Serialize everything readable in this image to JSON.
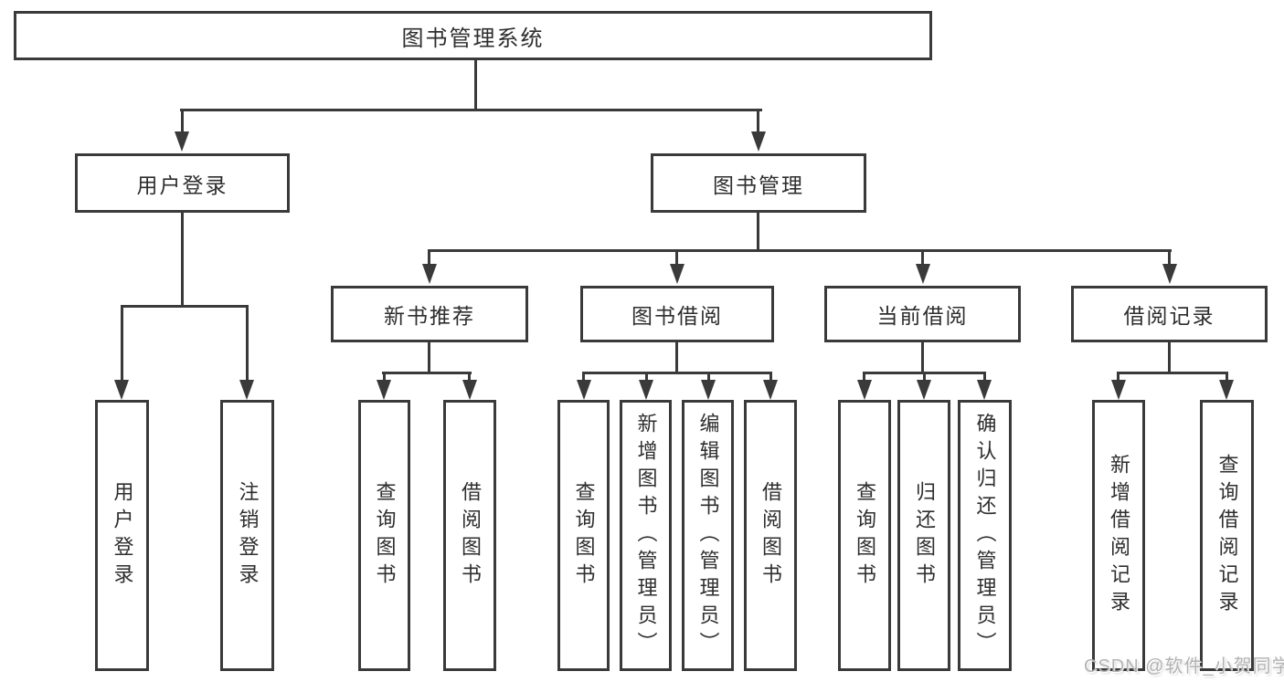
{
  "nodes": {
    "root": "图书管理系统",
    "userLogin": "用户登录",
    "bookMgmt": "图书管理",
    "newBooks": "新书推荐",
    "bookBorrow": "图书借阅",
    "currentBorrow": "当前借阅",
    "borrowRecords": "借阅记录"
  },
  "leaves": {
    "userLogin": "用户登录",
    "logout": "注销登录",
    "nbQuery": "查询图书",
    "nbBorrow": "借阅图书",
    "bbQuery": "查询图书",
    "bbAdd": "新增图书（管理员）",
    "bbEdit": "编辑图书（管理员）",
    "bbBorrow": "借阅图书",
    "cbQuery": "查询图书",
    "cbReturn": "归还图书",
    "cbConfirm": "确认归还（管理员）",
    "brAdd": "新增借阅记录",
    "brQuery": "查询借阅记录"
  },
  "structure": {
    "图书管理系统": {
      "用户登录": [
        "用户登录",
        "注销登录"
      ],
      "图书管理": {
        "新书推荐": [
          "查询图书",
          "借阅图书"
        ],
        "图书借阅": [
          "查询图书",
          "新增图书（管理员）",
          "编辑图书（管理员）",
          "借阅图书"
        ],
        "当前借阅": [
          "查询图书",
          "归还图书",
          "确认归还（管理员）"
        ],
        "借阅记录": [
          "新增借阅记录",
          "查询借阅记录"
        ]
      }
    }
  },
  "watermark": "CSDN @软件_小贺同学",
  "colors": {
    "line": "#3a3a3a",
    "text": "#2e2e2e",
    "watermark": "#b3b3b3",
    "background": "#ffffff"
  }
}
